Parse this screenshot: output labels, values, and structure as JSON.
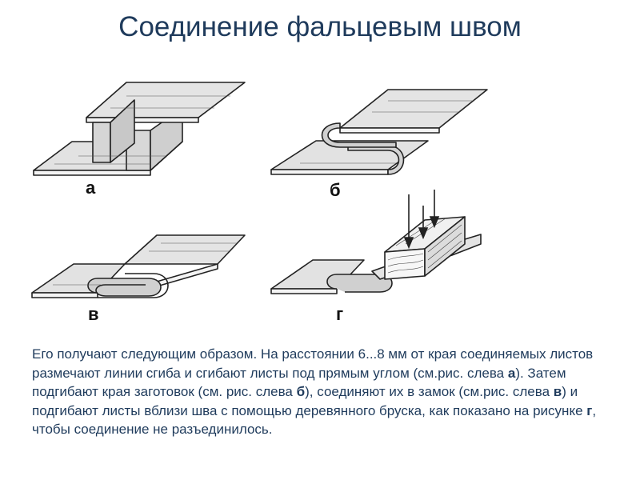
{
  "title": "Соединение фальцевым швом",
  "figures": {
    "a": {
      "label": "а"
    },
    "b": {
      "label": "б"
    },
    "v": {
      "label": "в"
    },
    "g": {
      "label": "г"
    }
  },
  "description": {
    "p1": "Его получают следующим образом. На расстоянии 6...8 мм от края соединяемых листов размечают линии сгиба и сгибают листы под прямым углом (см.рис. слева ",
    "b1": "а",
    "p2": "). Затем подгибают края заготовок (см. рис. слева ",
    "b2": "б",
    "p3": "), соединяют их в замок (см.рис. слева ",
    "b3": "в",
    "p4": ") и подгибают листы вблизи шва с помощью деревянного бруска, как показано на рисунке ",
    "b4": "г",
    "p5": ", чтобы соединение не разъединилось."
  },
  "colors": {
    "title": "#1f3b5c",
    "text": "#1f3b5c",
    "sheet_fill": "#e6e6e6",
    "sheet_stroke": "#222222"
  }
}
